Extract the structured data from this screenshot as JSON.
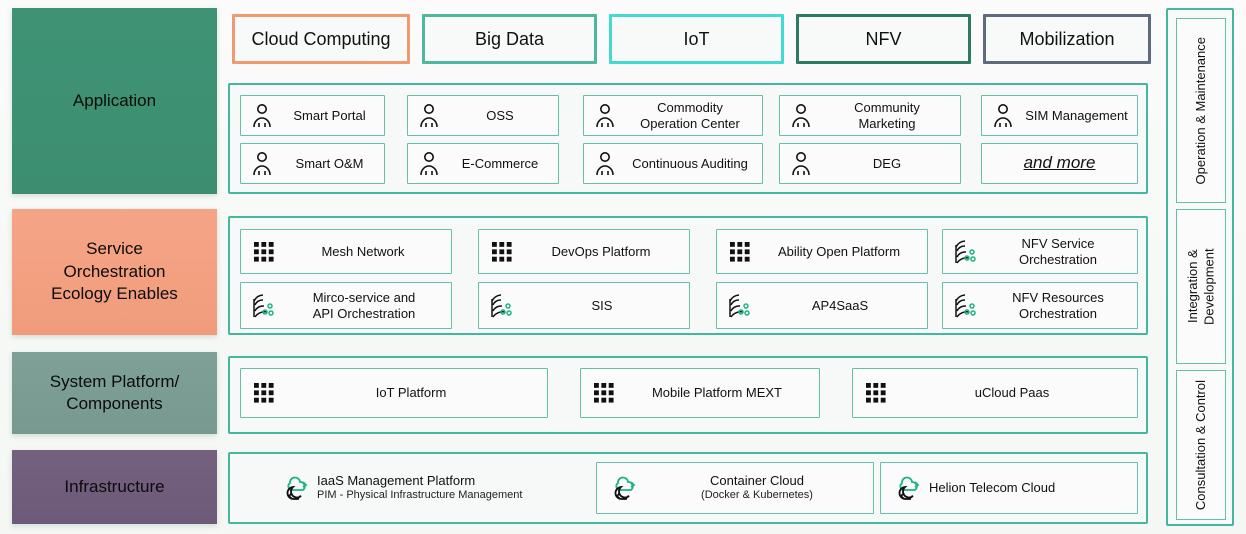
{
  "layers": [
    {
      "id": "application",
      "label": "Application",
      "color": "#3f9375"
    },
    {
      "id": "service",
      "label": "Service\nOrchestration\nEcology Enables",
      "line1": "Service",
      "line2": "Orchestration",
      "line3": "Ecology Enables",
      "color": "#f5a586"
    },
    {
      "id": "system",
      "label": "System Platform/\nComponents",
      "line1": "System Platform/",
      "line2": "Components",
      "color": "#7fa096"
    },
    {
      "id": "infrastructure",
      "label": "Infrastructure",
      "color": "#73617f"
    }
  ],
  "tabs": [
    {
      "label": "Cloud Computing",
      "color": "#f0996f"
    },
    {
      "label": "Big Data",
      "color": "#4fb79c"
    },
    {
      "label": "IoT",
      "color": "#45d9d6"
    },
    {
      "label": "NFV",
      "color": "#2d7a5f"
    },
    {
      "label": "Mobilization",
      "color": "#5e6b7c"
    }
  ],
  "application": {
    "items": [
      {
        "label": "Smart Portal",
        "icon": "person-icon",
        "line1": "Smart Portal",
        "line2": ""
      },
      {
        "label": "OSS",
        "icon": "person-icon",
        "line1": "OSS",
        "line2": ""
      },
      {
        "label": "Commodity Operation Center",
        "icon": "person-icon",
        "line1": "Commodity",
        "line2": "Operation Center"
      },
      {
        "label": "Community Marketing",
        "icon": "person-icon",
        "line1": "Community",
        "line2": "Marketing"
      },
      {
        "label": "SIM Management",
        "icon": "person-icon",
        "line1": "SIM Management",
        "line2": ""
      },
      {
        "label": "Smart O&M",
        "icon": "person-icon",
        "line1": "Smart O&M",
        "line2": ""
      },
      {
        "label": "E-Commerce",
        "icon": "person-icon",
        "line1": "E-Commerce",
        "line2": ""
      },
      {
        "label": "Continuous Auditing",
        "icon": "person-icon",
        "line1": "Continuous Auditing",
        "line2": ""
      },
      {
        "label": "DEG",
        "icon": "person-icon",
        "line1": "DEG",
        "line2": ""
      },
      {
        "label": "and more",
        "icon": "none",
        "line1": "and more",
        "line2": ""
      }
    ]
  },
  "service": {
    "items": [
      {
        "label": "Mesh Network",
        "icon": "grid-dots-icon",
        "line1": "Mesh Network",
        "line2": ""
      },
      {
        "label": "DevOps Platform",
        "icon": "grid-dots-icon",
        "line1": "DevOps Platform",
        "line2": ""
      },
      {
        "label": "Ability Open Platform",
        "icon": "grid-dots-icon",
        "line1": "Ability Open Platform",
        "line2": ""
      },
      {
        "label": "NFV Service Orchestration",
        "icon": "orchestration-icon",
        "line1": "NFV Service",
        "line2": "Orchestration"
      },
      {
        "label": "Mirco-service and API Orchestration",
        "icon": "orchestration-icon",
        "line1": "Mirco-service and",
        "line2": "API Orchestration"
      },
      {
        "label": "SIS",
        "icon": "orchestration-icon",
        "line1": "SIS",
        "line2": ""
      },
      {
        "label": "AP4SaaS",
        "icon": "orchestration-icon",
        "line1": "AP4SaaS",
        "line2": ""
      },
      {
        "label": "NFV Resources Orchestration",
        "icon": "orchestration-icon",
        "line1": "NFV Resources",
        "line2": "Orchestration"
      }
    ]
  },
  "system": {
    "items": [
      {
        "label": "IoT Platform",
        "icon": "grid-dots-icon",
        "line1": "IoT Platform",
        "line2": ""
      },
      {
        "label": "Mobile Platform MEXT",
        "icon": "grid-dots-icon",
        "line1": "Mobile Platform MEXT",
        "line2": ""
      },
      {
        "label": "uCloud Paas",
        "icon": "grid-dots-icon",
        "line1": "uCloud Paas",
        "line2": ""
      }
    ]
  },
  "infrastructure": {
    "items": [
      {
        "label": "IaaS Management Platform",
        "icon": "cloud-refresh-icon",
        "line1": "IaaS Management Platform",
        "line2": "PIM - Physical Infrastructure Management",
        "bordered": false
      },
      {
        "label": "Container Cloud",
        "icon": "cloud-refresh-icon",
        "line1": "Container Cloud",
        "line2": "(Docker & Kubernetes)",
        "bordered": true
      },
      {
        "label": "Helion Telecom Cloud",
        "icon": "cloud-refresh-icon",
        "line1": "Helion Telecom Cloud",
        "line2": "",
        "bordered": true
      }
    ]
  },
  "rail": {
    "items": [
      {
        "label": "Operation & Maintenance"
      },
      {
        "label": "Integration & Development"
      },
      {
        "label": "Consultation & Control"
      }
    ]
  },
  "colors": {
    "accent_teal": "#45b79f",
    "cell_border": "#62c0ab",
    "panel_bg": "#f7f8f8",
    "icon_green": "#1bb57e"
  }
}
